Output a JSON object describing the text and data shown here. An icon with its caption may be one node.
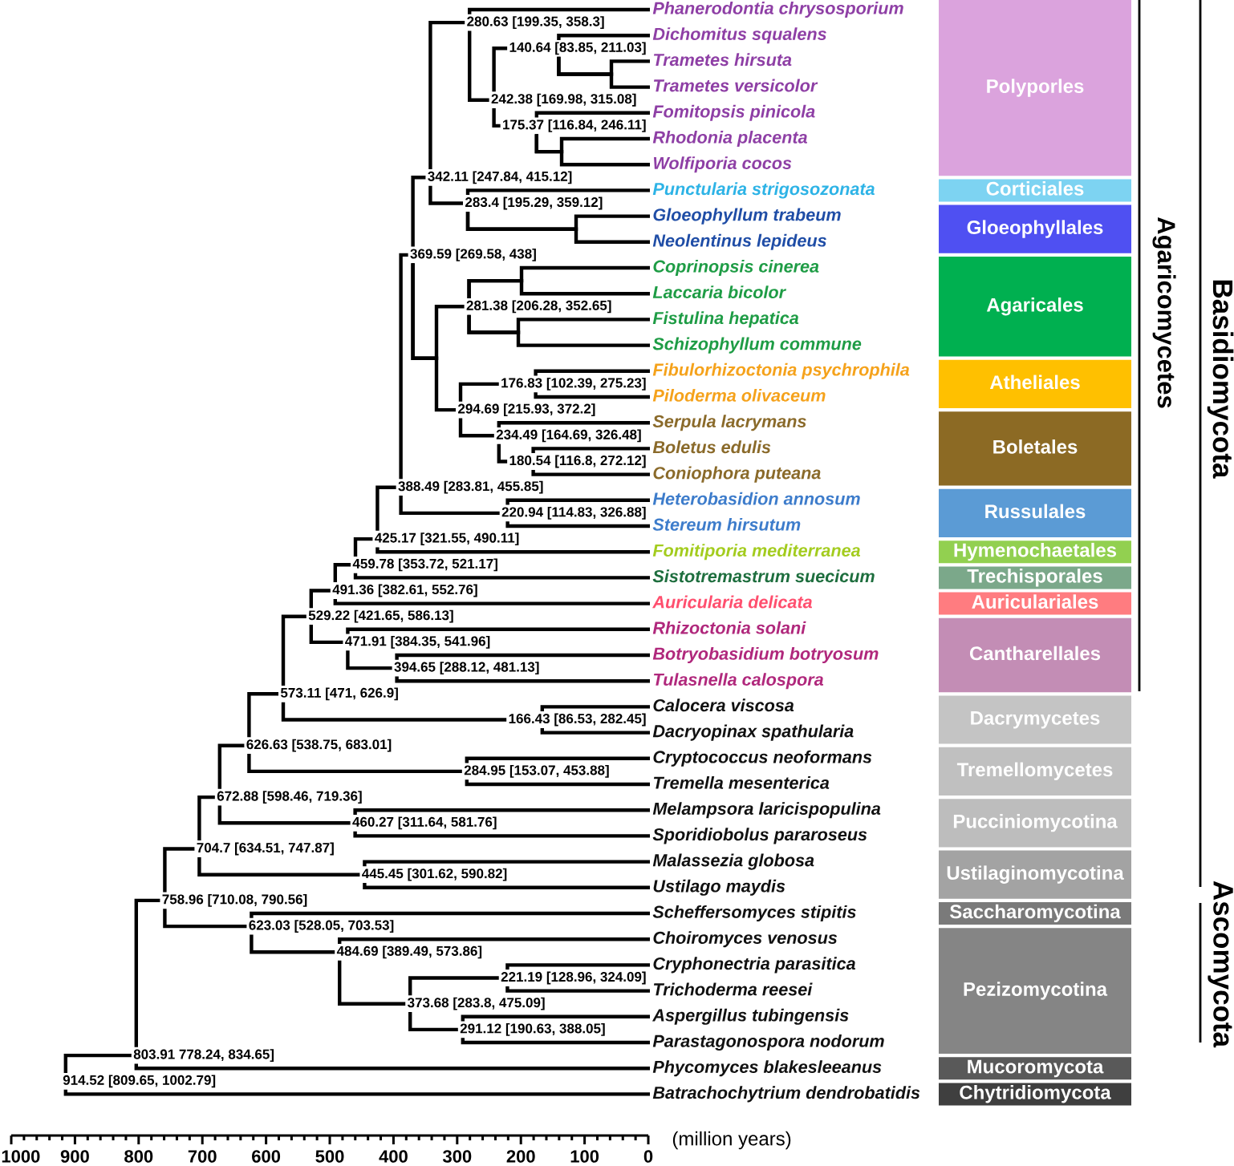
{
  "diagram": {
    "nodes": [
      {
        "text": [
          "Phanerodontia chrysosporium"
        ]
      },
      {
        "text": [
          "280.63 [199.35, 358.3]"
        ]
      },
      {
        "text": [
          "Dichomitus squalens"
        ]
      },
      {
        "text": [
          "140.64 [83.85, 211.03]"
        ]
      },
      {
        "text": [
          "Trametes hirsuta"
        ]
      },
      {
        "text": [
          "Trametes versicolor"
        ]
      },
      {
        "text": [
          "242.38 [169.98, 315.08]"
        ]
      },
      {
        "text": [
          "Fomitopsis pinicola"
        ]
      },
      {
        "text": [
          "175.37 [116.84, 246.11]"
        ]
      },
      {
        "text": [
          "Rhodonia placenta"
        ]
      },
      {
        "text": [
          "Wolfiporia cocos"
        ]
      },
      {
        "text": [
          "342.11 [247.84, 415.12]"
        ]
      },
      {
        "text": [
          "Punctularia strigosozonata"
        ]
      },
      {
        "text": [
          "283.4 [195.29, 359.12]"
        ]
      },
      {
        "text": [
          "Gloeophyllum trabeum"
        ]
      },
      {
        "text": [
          "Neolentinus lepideus"
        ]
      },
      {
        "text": [
          "369.59 [269.58, 438]"
        ]
      },
      {
        "text": [
          "Coprinopsis cinerea"
        ]
      },
      {
        "text": [
          "Laccaria bicolor"
        ]
      },
      {
        "text": [
          "281.38 [206.28, 352.65]"
        ]
      },
      {
        "text": [
          "Fistulina hepatica"
        ]
      },
      {
        "text": [
          "Schizophyllum commune"
        ]
      },
      {
        "text": [
          "Fibulorhizoctonia psychrophila"
        ]
      },
      {
        "text": [
          "176.83 [102.39, 275.23]"
        ]
      },
      {
        "text": [
          "Piloderma olivaceum"
        ]
      },
      {
        "text": [
          "294.69 [215.93, 372.2]"
        ]
      },
      {
        "text": [
          "Serpula lacrymans"
        ]
      },
      {
        "text": [
          "234.49 [164.69, 326.48]"
        ]
      },
      {
        "text": [
          "Boletus edulis"
        ]
      },
      {
        "text": [
          "180.54 [116.8, 272.12]"
        ]
      },
      {
        "text": [
          "Coniophora puteana"
        ]
      },
      {
        "text": [
          "388.49 [283.81, 455.85]"
        ]
      },
      {
        "text": [
          "Heterobasidion annosum"
        ]
      },
      {
        "text": [
          "220.94 [114.83, 326.88]"
        ]
      },
      {
        "text": [
          "Stereum hirsutum"
        ]
      },
      {
        "text": [
          "425.17 [321.55, 490.11]"
        ]
      },
      {
        "text": [
          "Fomitiporia mediterranea"
        ]
      },
      {
        "text": [
          "459.78 [353.72, 521.17]"
        ]
      },
      {
        "text": [
          "Sistotremastrum suecicum"
        ]
      },
      {
        "text": [
          "491.36 [382.61, 552.76]"
        ]
      },
      {
        "text": [
          "Auricularia delicata"
        ]
      },
      {
        "text": [
          "529.22 [421.65, 586.13]"
        ]
      },
      {
        "text": [
          "Rhizoctonia solani"
        ]
      },
      {
        "text": [
          "471.91 [384.35, 541.96]"
        ]
      },
      {
        "text": [
          "Botryobasidium botryosum"
        ]
      },
      {
        "text": [
          "394.65 [288.12, 481.13]"
        ]
      },
      {
        "text": [
          "Tulasnella calospora"
        ]
      },
      {
        "text": [
          "573.11 [471, 626.9]"
        ]
      },
      {
        "text": [
          "Calocera viscosa"
        ]
      },
      {
        "text": [
          "166.43 [86.53, 282.45]"
        ]
      },
      {
        "text": [
          "Dacryopinax spathularia"
        ]
      },
      {
        "text": [
          "626.63 [538.75, 683.01]"
        ]
      },
      {
        "text": [
          "Cryptococcus neoformans"
        ]
      },
      {
        "text": [
          "284.95 [153.07, 453.88]"
        ]
      },
      {
        "text": [
          "Tremella mesenterica"
        ]
      },
      {
        "text": [
          "672.88 [598.46, 719.36]"
        ]
      },
      {
        "text": [
          "Melampsora laricispopulina"
        ]
      },
      {
        "text": [
          "460.27 [311.64, 581.76]"
        ]
      },
      {
        "text": [
          "Sporidiobolus pararoseus"
        ]
      },
      {
        "text": [
          "704.7 [634.51, 747.87]"
        ]
      },
      {
        "text": [
          "Malassezia globosa"
        ]
      },
      {
        "text": [
          "445.45 [301.62, 590.82]"
        ]
      },
      {
        "text": [
          "Ustilago maydis"
        ]
      },
      {
        "text": [
          "758.96 [710.08, 790.56]"
        ]
      },
      {
        "text": [
          "Scheffersomyces stipitis"
        ]
      },
      {
        "text": [
          "623.03 [528.05, 703.53]"
        ]
      },
      {
        "text": [
          "Choiromyces venosus"
        ]
      },
      {
        "text": [
          "484.69 [389.49, 573.86]"
        ]
      },
      {
        "text": [
          "Cryphonectria parasitica"
        ]
      },
      {
        "text": [
          "221.19 [128.96, 324.09]"
        ]
      },
      {
        "text": [
          "Trichoderma reesei"
        ]
      },
      {
        "text": [
          "373.68 [283.8, 475.09]"
        ]
      },
      {
        "text": [
          "Aspergillus tubingensis"
        ]
      },
      {
        "text": [
          "291.12 [190.63, 388.05]"
        ]
      },
      {
        "text": [
          "Parastagonospora nodorum"
        ]
      },
      {
        "text": [
          "803.91 778.24, 834.65]"
        ]
      },
      {
        "text": [
          "Phycomyces blakesleeanus"
        ]
      },
      {
        "text": [
          "914.52 [809.65, 1002.79]"
        ]
      },
      {
        "text": [
          "Batrachochytrium dendrobatidis"
        ]
      },
      {
        "text": [
          "Polyporles"
        ]
      },
      {
        "text": [
          "Corticiales"
        ]
      },
      {
        "text": [
          "Gloeophyllales"
        ]
      },
      {
        "text": [
          "Agaricales"
        ]
      },
      {
        "text": [
          "Atheliales"
        ]
      },
      {
        "text": [
          "Boletales"
        ]
      },
      {
        "text": [
          "Russulales"
        ]
      },
      {
        "text": [
          "Hymenochaetales"
        ]
      },
      {
        "text": [
          "Trechisporales"
        ]
      },
      {
        "text": [
          "Auriculariales"
        ]
      },
      {
        "text": [
          "Cantharellales"
        ]
      },
      {
        "text": [
          "Dacrymycetes"
        ]
      },
      {
        "text": [
          "Tremellomycetes"
        ]
      },
      {
        "text": [
          "Pucciniomycotina"
        ]
      },
      {
        "text": [
          "Ustilaginomycotina"
        ]
      },
      {
        "text": [
          "Saccharomycotina"
        ]
      },
      {
        "text": [
          "Pezizomycotina"
        ]
      },
      {
        "text": [
          "Mucoromycota"
        ]
      },
      {
        "text": [
          "Chytridiomycota"
        ]
      }
    ],
    "edges": [
      {
        "from": 1,
        "to": 0,
        "arrow": "none"
      },
      {
        "from": 1,
        "to": 6,
        "arrow": "none"
      },
      {
        "from": 6,
        "to": 3,
        "arrow": "none"
      },
      {
        "from": 6,
        "to": 8,
        "arrow": "none"
      },
      {
        "from": 3,
        "to": 2,
        "arrow": "none"
      },
      {
        "from": 3,
        "to": 4,
        "arrow": "none"
      },
      {
        "from": 3,
        "to": 5,
        "arrow": "none"
      },
      {
        "from": 8,
        "to": 7,
        "arrow": "none"
      },
      {
        "from": 8,
        "to": 9,
        "arrow": "none"
      },
      {
        "from": 8,
        "to": 10,
        "arrow": "none"
      },
      {
        "from": 11,
        "to": 1,
        "arrow": "none"
      },
      {
        "from": 11,
        "to": 13,
        "arrow": "none"
      },
      {
        "from": 13,
        "to": 12,
        "arrow": "none"
      },
      {
        "from": 13,
        "to": 14,
        "arrow": "none"
      },
      {
        "from": 13,
        "to": 15,
        "arrow": "none"
      },
      {
        "from": 16,
        "to": 11,
        "arrow": "none"
      },
      {
        "from": 16,
        "to": 19,
        "arrow": "none"
      },
      {
        "from": 16,
        "to": 25,
        "arrow": "none"
      },
      {
        "from": 19,
        "to": 17,
        "arrow": "none"
      },
      {
        "from": 19,
        "to": 18,
        "arrow": "none"
      },
      {
        "from": 19,
        "to": 20,
        "arrow": "none"
      },
      {
        "from": 19,
        "to": 21,
        "arrow": "none"
      },
      {
        "from": 25,
        "to": 23,
        "arrow": "none"
      },
      {
        "from": 25,
        "to": 27,
        "arrow": "none"
      },
      {
        "from": 23,
        "to": 22,
        "arrow": "none"
      },
      {
        "from": 23,
        "to": 24,
        "arrow": "none"
      },
      {
        "from": 27,
        "to": 26,
        "arrow": "none"
      },
      {
        "from": 27,
        "to": 29,
        "arrow": "none"
      },
      {
        "from": 29,
        "to": 28,
        "arrow": "none"
      },
      {
        "from": 29,
        "to": 30,
        "arrow": "none"
      },
      {
        "from": 31,
        "to": 16,
        "arrow": "none"
      },
      {
        "from": 31,
        "to": 33,
        "arrow": "none"
      },
      {
        "from": 33,
        "to": 32,
        "arrow": "none"
      },
      {
        "from": 33,
        "to": 34,
        "arrow": "none"
      },
      {
        "from": 35,
        "to": 31,
        "arrow": "none"
      },
      {
        "from": 35,
        "to": 36,
        "arrow": "none"
      },
      {
        "from": 37,
        "to": 35,
        "arrow": "none"
      },
      {
        "from": 37,
        "to": 38,
        "arrow": "none"
      },
      {
        "from": 39,
        "to": 37,
        "arrow": "none"
      },
      {
        "from": 39,
        "to": 40,
        "arrow": "none"
      },
      {
        "from": 41,
        "to": 39,
        "arrow": "none"
      },
      {
        "from": 41,
        "to": 43,
        "arrow": "none"
      },
      {
        "from": 43,
        "to": 42,
        "arrow": "none"
      },
      {
        "from": 43,
        "to": 45,
        "arrow": "none"
      },
      {
        "from": 45,
        "to": 44,
        "arrow": "none"
      },
      {
        "from": 45,
        "to": 46,
        "arrow": "none"
      },
      {
        "from": 47,
        "to": 41,
        "arrow": "none"
      },
      {
        "from": 47,
        "to": 49,
        "arrow": "none"
      },
      {
        "from": 49,
        "to": 48,
        "arrow": "none"
      },
      {
        "from": 49,
        "to": 50,
        "arrow": "none"
      },
      {
        "from": 51,
        "to": 47,
        "arrow": "none"
      },
      {
        "from": 51,
        "to": 53,
        "arrow": "none"
      },
      {
        "from": 53,
        "to": 52,
        "arrow": "none"
      },
      {
        "from": 53,
        "to": 54,
        "arrow": "none"
      },
      {
        "from": 55,
        "to": 51,
        "arrow": "none"
      },
      {
        "from": 55,
        "to": 57,
        "arrow": "none"
      },
      {
        "from": 57,
        "to": 56,
        "arrow": "none"
      },
      {
        "from": 57,
        "to": 58,
        "arrow": "none"
      },
      {
        "from": 59,
        "to": 55,
        "arrow": "none"
      },
      {
        "from": 59,
        "to": 61,
        "arrow": "none"
      },
      {
        "from": 61,
        "to": 60,
        "arrow": "none"
      },
      {
        "from": 61,
        "to": 62,
        "arrow": "none"
      },
      {
        "from": 63,
        "to": 59,
        "arrow": "none"
      },
      {
        "from": 63,
        "to": 65,
        "arrow": "none"
      },
      {
        "from": 65,
        "to": 64,
        "arrow": "none"
      },
      {
        "from": 65,
        "to": 67,
        "arrow": "none"
      },
      {
        "from": 67,
        "to": 66,
        "arrow": "none"
      },
      {
        "from": 67,
        "to": 71,
        "arrow": "none"
      },
      {
        "from": 71,
        "to": 69,
        "arrow": "none"
      },
      {
        "from": 71,
        "to": 73,
        "arrow": "none"
      },
      {
        "from": 69,
        "to": 68,
        "arrow": "none"
      },
      {
        "from": 69,
        "to": 70,
        "arrow": "none"
      },
      {
        "from": 73,
        "to": 72,
        "arrow": "none"
      },
      {
        "from": 73,
        "to": 74,
        "arrow": "none"
      },
      {
        "from": 75,
        "to": 63,
        "arrow": "none"
      },
      {
        "from": 75,
        "to": 76,
        "arrow": "none"
      },
      {
        "from": 77,
        "to": 75,
        "arrow": "none"
      },
      {
        "from": 77,
        "to": 78,
        "arrow": "none"
      }
    ],
    "labels": [
      "Agaricomycetes",
      "Basidiomycota",
      "Ascomycota",
      "1000",
      "900",
      "800",
      "700",
      "600",
      "500",
      "400",
      "300",
      "200",
      "100",
      "0",
      "(million years)"
    ]
  }
}
